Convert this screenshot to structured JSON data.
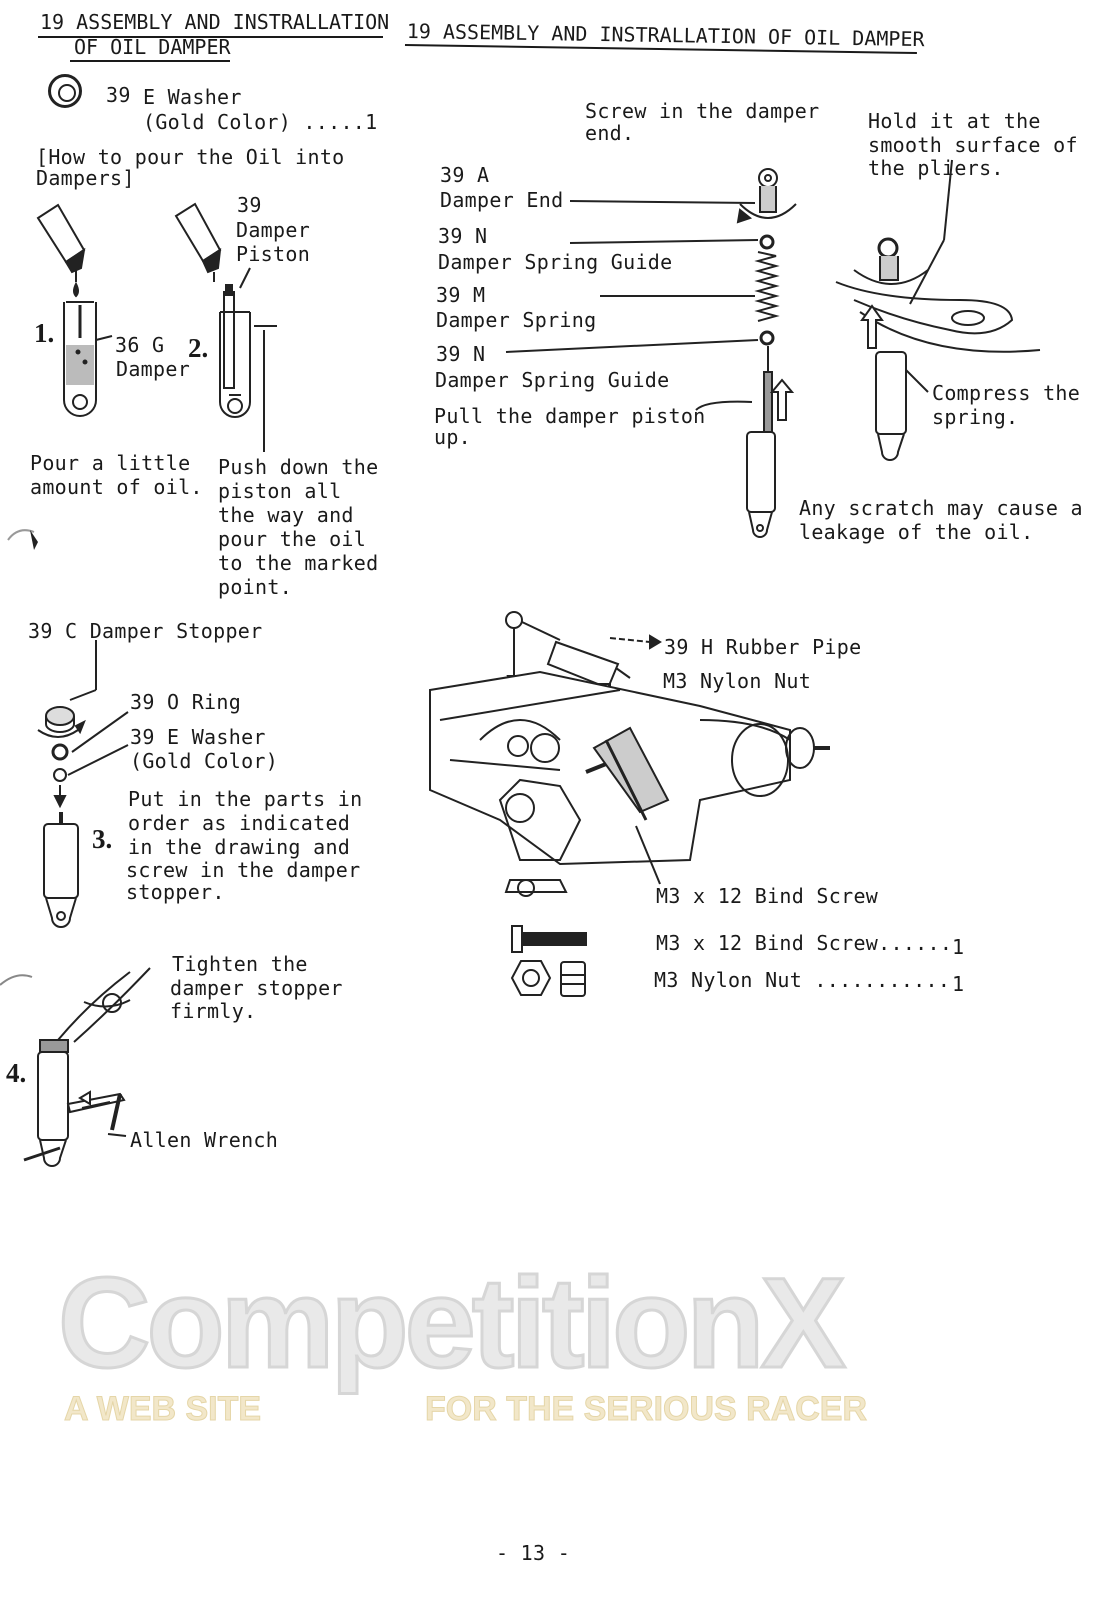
{
  "left_header": {
    "line1": "19 ASSEMBLY AND INSTRALLATION",
    "line2": "OF OIL DAMPER"
  },
  "right_header": {
    "title": "19 ASSEMBLY AND INSTRALLATION OF OIL DAMPER"
  },
  "washer_part": {
    "code": "39",
    "line1": "E Washer",
    "line2": "(Gold Color) .....1"
  },
  "oil_howto": {
    "line1": "[How to pour the Oil into",
    "line2": "Dampers]"
  },
  "step1": {
    "number": "1.",
    "damper_label_code": "36 G",
    "damper_label": "Damper",
    "caption": [
      "Pour a little",
      "amount of oil."
    ]
  },
  "step2": {
    "number": "2.",
    "piston_code": "39",
    "piston_label": [
      "Damper",
      "Piston"
    ],
    "caption": [
      "Push down the",
      "piston all",
      "the way and",
      "pour the oil",
      "to the marked",
      "point."
    ]
  },
  "step3": {
    "number": "3.",
    "stopper_label": "39 C Damper Stopper",
    "oring_label": "39 O Ring",
    "washer_label": [
      "39 E Washer",
      "(Gold Color)"
    ],
    "caption": [
      "Put in the parts in",
      "order as indicated",
      "in the drawing and",
      "screw in the damper",
      "stopper."
    ]
  },
  "step4": {
    "number": "4.",
    "caption": [
      "Tighten the",
      "damper stopper",
      "firmly."
    ],
    "wrench_label": "Allen Wrench"
  },
  "assembly": {
    "screw_note": [
      "Screw in the damper",
      "end."
    ],
    "hold_note": [
      "Hold it at the",
      "smooth surface of",
      "the pliers."
    ],
    "parts": [
      {
        "code": "39 A",
        "name": "Damper End"
      },
      {
        "code": "39 N",
        "name": "Damper Spring Guide"
      },
      {
        "code": "39 M",
        "name": "Damper Spring"
      },
      {
        "code": "39 N",
        "name": "Damper Spring Guide"
      }
    ],
    "pull_note": [
      "Pull the damper piston",
      "up."
    ],
    "compress_note": [
      "Compress the",
      "spring."
    ],
    "scratch_note": [
      "Any scratch may cause a",
      "leakage of the oil."
    ]
  },
  "installation": {
    "rubber_pipe": "39 H Rubber Pipe",
    "nylon_nut": "M3 Nylon Nut",
    "bind_screw": "M3 x 12 Bind Screw"
  },
  "parts_list": [
    {
      "name": "M3 x 12 Bind Screw......",
      "qty": "1"
    },
    {
      "name": "M3 Nylon Nut ...........",
      "qty": "1"
    }
  ],
  "watermark": {
    "brand": "CompetitionX",
    "tagline_left": "A WEB SITE",
    "tagline_right": "FOR THE SERIOUS RACER"
  },
  "page_number": "- 13 -"
}
